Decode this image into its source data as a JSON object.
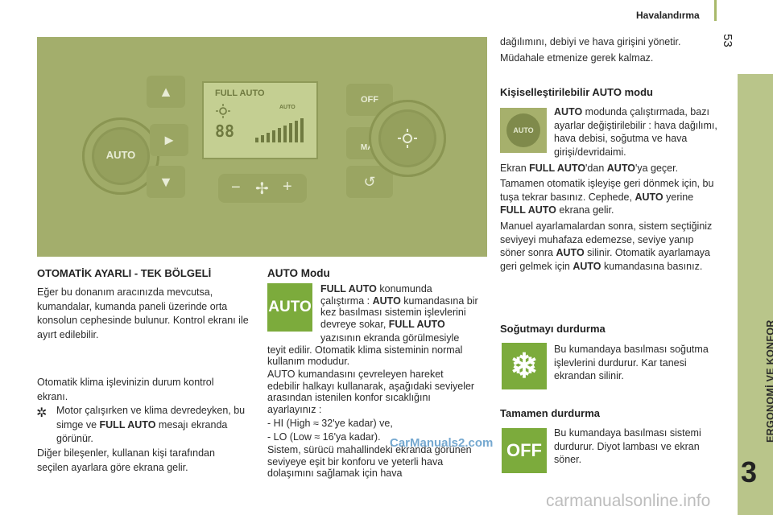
{
  "header": {
    "title": "Havalandırma",
    "page_number": "53"
  },
  "side": {
    "chapter_label": "ERGONOMİ VE KONFOR",
    "chapter_number": "3"
  },
  "panel": {
    "lcd_title": "FULL AUTO",
    "lcd_auto": "AUTO",
    "lcd_digits": "88",
    "left_knob": "AUTO",
    "off_button": "OFF",
    "max_label": "MAX",
    "minus": "−",
    "plus": "+",
    "up": "▲",
    "right": "►",
    "down": "▼"
  },
  "col1": {
    "heading": "OTOMATİK AYARLI - TEK BÖLGELİ",
    "intro": "Eğer bu donanım aracınızda mevcutsa, kumandalar, kumanda paneli üzerinde orta konsolun cephesinde bulunur. Kontrol ekranı ile ayırt edilebilir.",
    "status": "Otomatik klima işlevinizin durum kontrol ekranı.",
    "sun_text_1": "Motor çalışırken ve klima devredeyken, bu simge ve",
    "sun_text_bold": "FULL AUTO",
    "sun_text_2": "mesajı ekranda görünür.",
    "other": "Diğer bileşenler, kullanan kişi tarafından seçilen ayarlara göre ekrana gelir."
  },
  "col2": {
    "heading": "AUTO Modu",
    "icon": "AUTO",
    "p1_bold1": "FULL AUTO",
    "p1_a": "konumunda çalıştırma :",
    "p1_bold2": "AUTO",
    "p1_b": "kumandasına bir kez basılması sistemin işlevlerini devreye sokar,",
    "p1_bold3": "FULL AUTO",
    "p1_c": "yazısının ekranda görülmesiyle teyit edilir. Otomatik klima sisteminin normal kullanım modudur.",
    "p2": "AUTO kumandasını çevreleyen hareket edebilir halkayı kullanarak, aşağıdaki seviyeler arasından istenilen konfor sıcaklığını ayarlayınız :",
    "li1": "-    HI (High ≈ 32'ye kadar) ve,",
    "li2": "-    LO (Low ≈ 16'ya kadar).",
    "p3": "Sistem, sürücü mahallindeki ekranda görünen seviyeye eşit bir konforu ve yeterli hava dolaşımını sağlamak için hava"
  },
  "col3": {
    "cont1": "dağılımını, debiyi ve hava girişini yönetir.",
    "cont2": "Müdahale etmenize gerek kalmaz.",
    "h1": "Kişiselleştirilebilir AUTO modu",
    "knob_label": "AUTO",
    "a_bold": "AUTO",
    "a_text": "modunda çalıştırmada, bazı ayarlar değiştirilebilir : hava dağılımı, hava debisi, soğutma ve hava girişi/devridaimi.",
    "b_1": "Ekran",
    "b_bold1": "FULL AUTO",
    "b_2": "'dan",
    "b_bold2": "AUTO",
    "b_3": "'ya geçer.",
    "c_1": "Tamamen otomatik işleyişe geri dönmek için, bu tuşa tekrar basınız. Cephede,",
    "c_bold1": "AUTO",
    "c_2": "yerine",
    "c_bold2": "FULL AUTO",
    "c_3": "ekrana gelir.",
    "d_1": "Manuel ayarlamalardan sonra, sistem seçtiğiniz seviyeyi muhafaza edemezse, seviye yanıp söner sonra",
    "d_bold1": "AUTO",
    "d_2": "silinir. Otomatik ayarlamaya geri gelmek için",
    "d_bold2": "AUTO",
    "d_3": "kumandasına basınız.",
    "h2": "Soğutmayı durdurma",
    "snow_text": "Bu kumandaya basılması soğutma işlevlerini durdurur. Kar tanesi ekrandan silinir.",
    "h3": "Tamamen durdurma",
    "off_icon": "OFF",
    "off_text": "Bu kumandaya basılması sistemi durdurur. Diyot lambası ve ekran söner."
  },
  "watermarks": {
    "w1": "CarManuals2.com",
    "w2": "carmanualsonline.info"
  }
}
